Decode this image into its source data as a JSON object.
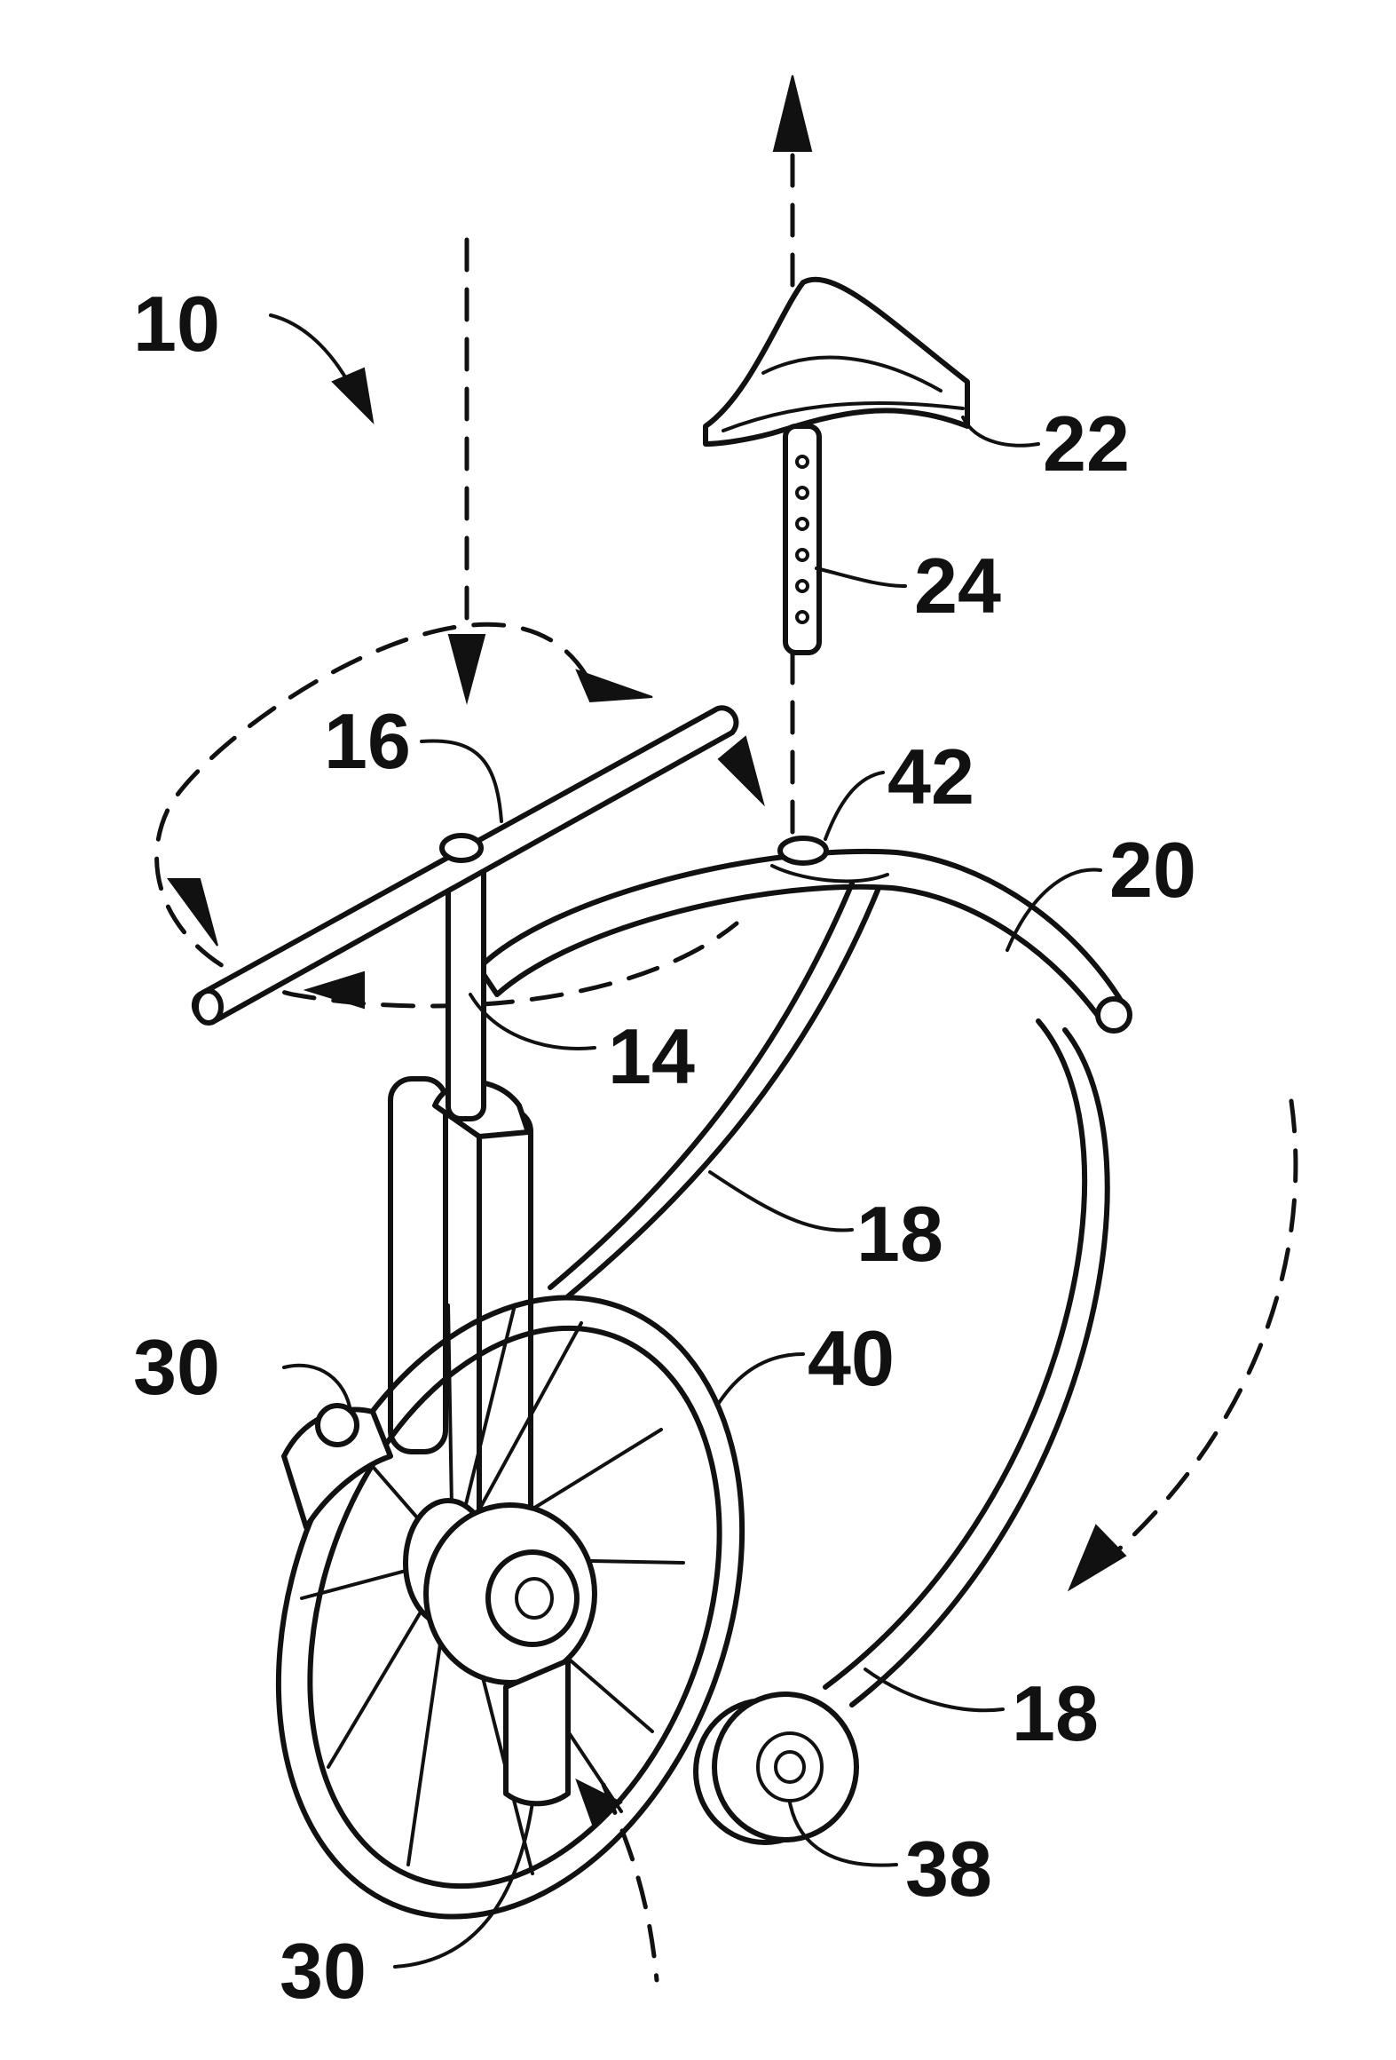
{
  "figure": {
    "labels": {
      "assembly": "10",
      "handlebar": "16",
      "stem": "14",
      "seat": "22",
      "seat_post": "24",
      "seat_socket": "42",
      "frame_bar": "20",
      "frame_arm_upper": "18",
      "frame_arm_lower": "18",
      "wheel": "40",
      "pedal_crank_left": "30",
      "pedal_crank_right": "30",
      "rear_wheel": "38"
    }
  }
}
